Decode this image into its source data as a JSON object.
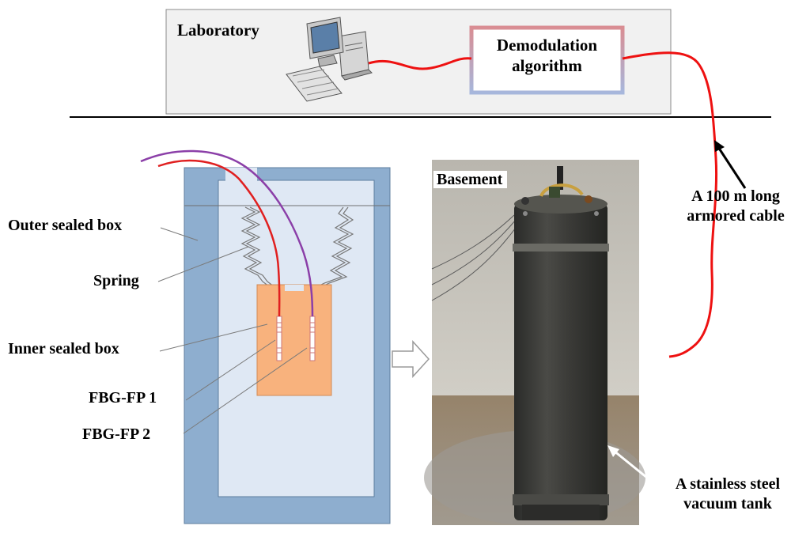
{
  "laboratory": {
    "title": "Laboratory",
    "computer_icon": "desktop-computer-icon",
    "demodulation_line1": "Demodulation",
    "demodulation_line2": "algorithm"
  },
  "labels": {
    "outer_sealed_box": "Outer sealed box",
    "spring": "Spring",
    "inner_sealed_box": "Inner sealed box",
    "fbg_fp1": "FBG-FP 1",
    "fbg_fp2": "FBG-FP 2",
    "basement": "Basement",
    "cable_line1": "A 100 m long",
    "cable_line2": "armored cable",
    "tank_line1": "A stainless steel",
    "tank_line2": "vacuum tank"
  },
  "colors": {
    "cable": "#ee1111",
    "fiber_purple": "#8b3fa8",
    "outer_box": "#8eaecf",
    "outer_box_inner": "#dfe8f4",
    "inner_box": "#f8b27d",
    "lab_panel": "#f1f1f1",
    "tank": "#3b3c3a",
    "wall": "#c9c6be",
    "floor": "#8e7c62"
  }
}
